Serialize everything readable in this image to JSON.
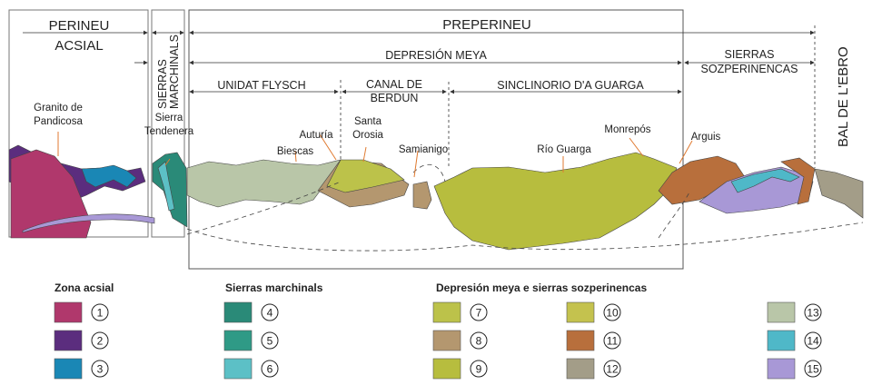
{
  "regions": {
    "perineu_acsial": [
      "PERINEU",
      "ACSIAL"
    ],
    "sierras_marchinals": [
      "SIERRAS",
      "MARCHINALS"
    ],
    "preperineu": "PREPERINEU",
    "depresion_meya": "DEPRESIÓN MEYA",
    "sierras_sozperinencas": [
      "SIERRAS",
      "SOZPERINENCAS"
    ],
    "bal_de_lebro": "BAL DE L'EBRO",
    "unidat_flysch": "UNIDAT FLYSCH",
    "canal_de_berdun": [
      "CANAL DE",
      "BERDUN"
    ],
    "sinclinorio": "SINCLINORIO D'A GUARGA"
  },
  "places": {
    "granito": [
      "Granito de",
      "Pandicosa"
    ],
    "sierra_tendenera": [
      "Sierra",
      "Tendenera"
    ],
    "biescas": "Biescas",
    "auturia": "Auturía",
    "santa_orosia": [
      "Santa",
      "Orosia"
    ],
    "samianigo": "Samianigo",
    "rio_guarga": "Río Guarga",
    "monrepos": "Monrepós",
    "arguis": "Arguis"
  },
  "legend": {
    "groups": [
      "Zona acsial",
      "Sierras marchinals",
      "Depresión meya e sierras sozperinencas"
    ],
    "items": [
      {
        "n": "1",
        "color": "#b0386c"
      },
      {
        "n": "2",
        "color": "#5b2d7e"
      },
      {
        "n": "3",
        "color": "#1a87b5"
      },
      {
        "n": "4",
        "color": "#2a8a78"
      },
      {
        "n": "5",
        "color": "#2f9a86"
      },
      {
        "n": "6",
        "color": "#5cc0c6"
      },
      {
        "n": "7",
        "color": "#bcc24a"
      },
      {
        "n": "8",
        "color": "#b4976f"
      },
      {
        "n": "9",
        "color": "#b7bd3e"
      },
      {
        "n": "10",
        "color": "#c4c24e"
      },
      {
        "n": "11",
        "color": "#b86f3c"
      },
      {
        "n": "12",
        "color": "#a39d88"
      },
      {
        "n": "13",
        "color": "#b9c6a8"
      },
      {
        "n": "14",
        "color": "#4fb8c8"
      },
      {
        "n": "15",
        "color": "#a898d6"
      }
    ]
  }
}
